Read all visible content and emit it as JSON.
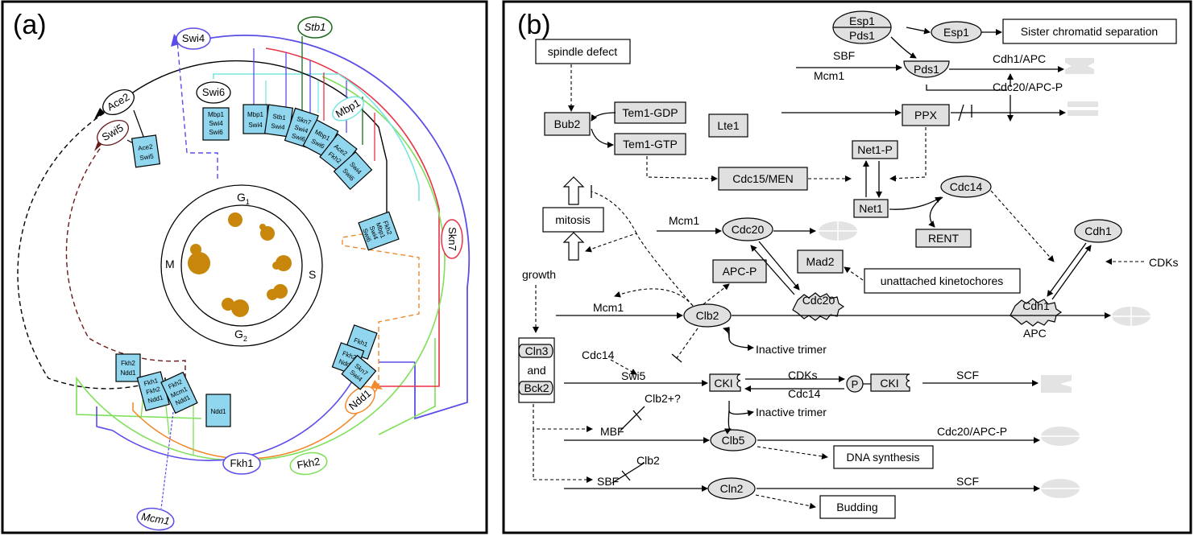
{
  "panels": {
    "a": {
      "label": "(a)"
    },
    "b": {
      "label": "(b)"
    }
  },
  "cycle": {
    "phase_g1": "G",
    "phase_g1_sub": "1",
    "phase_s": "S",
    "phase_g2": "G",
    "phase_g2_sub": "2",
    "phase_m": "M"
  },
  "regulators": {
    "stb1": "Stb1",
    "swi4": "Swi4",
    "swi6": "Swi6",
    "mbp1": "Mbp1",
    "ace2": "Ace2",
    "swi5": "Swi5",
    "skn7": "Skn7",
    "ndd1": "Ndd1",
    "fkh1": "Fkh1",
    "fkh2": "Fkh2",
    "mcm1": "Mcm1"
  },
  "complexes": {
    "c1": [
      "Mbp1",
      "Swi4",
      "Swi6"
    ],
    "c2": [
      "Mbp1",
      "Swi4"
    ],
    "c3": [
      "Stb1",
      "Swi4"
    ],
    "c4": [
      "Skn7",
      "Swi4",
      "Swi6"
    ],
    "c5": [
      "Mbp1",
      "Swi6"
    ],
    "c6": [
      "Ace2",
      "Fkh2"
    ],
    "c7": [
      "Swi4",
      "Swi6"
    ],
    "c8": [
      "Ace2",
      "Swi5"
    ],
    "c9": [
      "Fkh2",
      "Mbp1",
      "Swi4",
      "Swi6"
    ],
    "c10": [
      "Fkh1"
    ],
    "c11": [
      "Fkh2",
      "Ndd1"
    ],
    "c12": [
      "Skn7",
      "Swi4"
    ],
    "c13": [
      "Fkh2",
      "Ndd1"
    ],
    "c14": [
      "Fkh1",
      "Fkh2",
      "Ndd1"
    ],
    "c15": [
      "Fkh2",
      "Mcm1",
      "Ndd1"
    ],
    "c16": [
      "Ndd1"
    ]
  },
  "network": {
    "esp1_top": "Esp1",
    "pds1_top": "Pds1",
    "esp1": "Esp1",
    "sister": "Sister chromatid separation",
    "spindle": "spindle defect",
    "sbf_top": "SBF",
    "mcm1_top": "Mcm1",
    "pds1": "Pds1",
    "cdh1apc": "Cdh1/APC",
    "cdc20apcp_top": "Cdc20/APC-P",
    "bub2": "Bub2",
    "tem1gdp": "Tem1-GDP",
    "tem1gtp": "Tem1-GTP",
    "lte1": "Lte1",
    "ppx": "PPX",
    "net1p": "Net1-P",
    "cdc15": "Cdc15/MEN",
    "cdc14_top": "Cdc14",
    "net1": "Net1",
    "mitosis": "mitosis",
    "mcm1_mid": "Mcm1",
    "cdc20": "Cdc20",
    "rent": "RENT",
    "cdh1": "Cdh1",
    "mad2": "Mad2",
    "apcp": "APC-P",
    "growth": "growth",
    "unattached": "unattached kinetochores",
    "cdks_right": "CDKs",
    "cdc20_star": "Cdc20",
    "cdh1_star": "Cdh1",
    "mcm1_low": "Mcm1",
    "clb2": "Clb2",
    "apc": "APC",
    "cln3": "Cln3",
    "and": "and",
    "bck2": "Bck2",
    "cdc14_left": "Cdc14",
    "inactive1": "Inactive trimer",
    "swi5": "Swi5",
    "cki": "CKI",
    "cdks": "CDKs",
    "cdc14_mid": "Cdc14",
    "p": "P",
    "cki_p": "CKI",
    "scf_mid": "SCF",
    "inactive2": "Inactive trimer",
    "clb2q": "Clb2+?",
    "mbf": "MBF",
    "clb5": "Clb5",
    "cdc20apcp_low": "Cdc20/APC-P",
    "dna": "DNA synthesis",
    "clb2_low": "Clb2",
    "sbf_low": "SBF",
    "cln2": "Cln2",
    "scf_low": "SCF",
    "budding": "Budding"
  },
  "colors": {
    "complex_fill": "#8fd6ee",
    "protein_fill": "#e0e0e0",
    "cell_brown": "#c8860a",
    "blue_line": "#5b4ee8",
    "cyan_line": "#79e5e0",
    "red_line": "#e83246",
    "green_line": "#7fe05a",
    "orange_line": "#f08a2e",
    "dark_green": "#1b6b1b",
    "brown_dash": "#6b1a1a"
  }
}
